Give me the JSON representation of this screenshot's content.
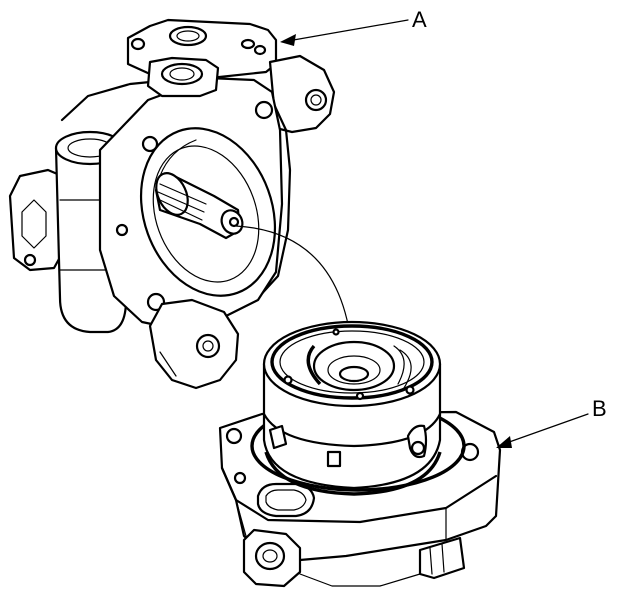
{
  "callouts": [
    {
      "id": "A",
      "label": "A"
    },
    {
      "id": "B",
      "label": "B"
    }
  ],
  "colors": {
    "line": "#000000",
    "background": "#ffffff"
  }
}
